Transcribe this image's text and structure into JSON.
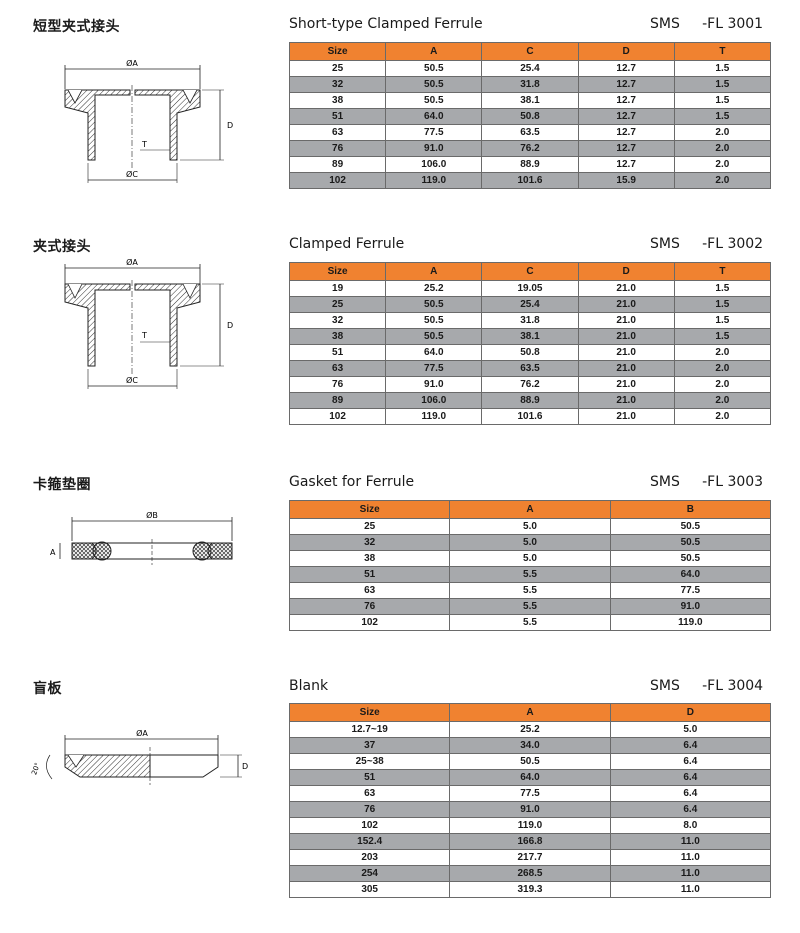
{
  "sections": [
    {
      "cn_title": "短型夹式接头",
      "en_title": "Short-type Clamped Ferrule",
      "code": "SMS     -FL 3001",
      "headers": [
        "Size",
        "A",
        "C",
        "D",
        "T"
      ],
      "rows": [
        [
          "25",
          "50.5",
          "25.4",
          "12.7",
          "1.5"
        ],
        [
          "32",
          "50.5",
          "31.8",
          "12.7",
          "1.5"
        ],
        [
          "38",
          "50.5",
          "38.1",
          "12.7",
          "1.5"
        ],
        [
          "51",
          "64.0",
          "50.8",
          "12.7",
          "1.5"
        ],
        [
          "63",
          "77.5",
          "63.5",
          "12.7",
          "2.0"
        ],
        [
          "76",
          "91.0",
          "76.2",
          "12.7",
          "2.0"
        ],
        [
          "89",
          "106.0",
          "88.9",
          "12.7",
          "2.0"
        ],
        [
          "102",
          "119.0",
          "101.6",
          "15.9",
          "2.0"
        ]
      ],
      "diagram_labels": {
        "a": "ØA",
        "c": "ØC",
        "d": "D",
        "t": "T"
      }
    },
    {
      "cn_title": "夹式接头",
      "en_title": "Clamped Ferrule",
      "code": "SMS     -FL 3002",
      "headers": [
        "Size",
        "A",
        "C",
        "D",
        "T"
      ],
      "rows": [
        [
          "19",
          "25.2",
          "19.05",
          "21.0",
          "1.5"
        ],
        [
          "25",
          "50.5",
          "25.4",
          "21.0",
          "1.5"
        ],
        [
          "32",
          "50.5",
          "31.8",
          "21.0",
          "1.5"
        ],
        [
          "38",
          "50.5",
          "38.1",
          "21.0",
          "1.5"
        ],
        [
          "51",
          "64.0",
          "50.8",
          "21.0",
          "2.0"
        ],
        [
          "63",
          "77.5",
          "63.5",
          "21.0",
          "2.0"
        ],
        [
          "76",
          "91.0",
          "76.2",
          "21.0",
          "2.0"
        ],
        [
          "89",
          "106.0",
          "88.9",
          "21.0",
          "2.0"
        ],
        [
          "102",
          "119.0",
          "101.6",
          "21.0",
          "2.0"
        ]
      ],
      "diagram_labels": {
        "a": "ØA",
        "c": "ØC",
        "d": "D",
        "t": "T"
      }
    },
    {
      "cn_title": "卡箍垫圈",
      "en_title": "Gasket for Ferrule",
      "code": "SMS     -FL 3003",
      "headers": [
        "Size",
        "A",
        "B"
      ],
      "rows": [
        [
          "25",
          "5.0",
          "50.5"
        ],
        [
          "32",
          "5.0",
          "50.5"
        ],
        [
          "38",
          "5.0",
          "50.5"
        ],
        [
          "51",
          "5.5",
          "64.0"
        ],
        [
          "63",
          "5.5",
          "77.5"
        ],
        [
          "76",
          "5.5",
          "91.0"
        ],
        [
          "102",
          "5.5",
          "119.0"
        ]
      ],
      "diagram_labels": {
        "b": "ØB",
        "a": "A"
      }
    },
    {
      "cn_title": "盲板",
      "en_title": "Blank",
      "code": "SMS     -FL 3004",
      "headers": [
        "Size",
        "A",
        "D"
      ],
      "rows": [
        [
          "12.7~19",
          "25.2",
          "5.0"
        ],
        [
          "37",
          "34.0",
          "6.4"
        ],
        [
          "25~38",
          "50.5",
          "6.4"
        ],
        [
          "51",
          "64.0",
          "6.4"
        ],
        [
          "63",
          "77.5",
          "6.4"
        ],
        [
          "76",
          "91.0",
          "6.4"
        ],
        [
          "102",
          "119.0",
          "8.0"
        ],
        [
          "152.4",
          "166.8",
          "11.0"
        ],
        [
          "203",
          "217.7",
          "11.0"
        ],
        [
          "254",
          "268.5",
          "11.0"
        ],
        [
          "305",
          "319.3",
          "11.0"
        ]
      ],
      "diagram_labels": {
        "a": "ØA",
        "d": "D",
        "angle": "20°"
      }
    }
  ]
}
